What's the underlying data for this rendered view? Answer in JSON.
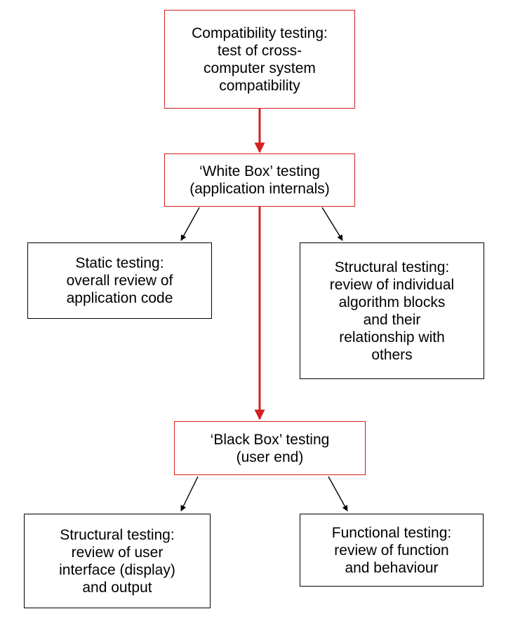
{
  "colors": {
    "accent_red": "#d42020",
    "border_black": "#000000",
    "background": "#ffffff"
  },
  "nodes": {
    "compatibility": "Compatibility testing:\ntest of cross-\ncomputer system\ncompatibility",
    "white_box": "‘White Box’ testing\n(application internals)",
    "static": "Static testing:\noverall review of\napplication code",
    "structural_white": "Structural testing:\nreview of individual\nalgorithm blocks\nand their\nrelationship with\nothers",
    "black_box": "‘Black Box’ testing\n(user end)",
    "structural_black": "Structural testing:\nreview of user\ninterface (display)\nand output",
    "functional": "Functional testing:\nreview of function\nand behaviour"
  },
  "edges": [
    {
      "from": "compatibility",
      "to": "white_box",
      "style": "red"
    },
    {
      "from": "white_box",
      "to": "static",
      "style": "black"
    },
    {
      "from": "white_box",
      "to": "structural_white",
      "style": "black"
    },
    {
      "from": "white_box",
      "to": "black_box",
      "style": "red"
    },
    {
      "from": "black_box",
      "to": "structural_black",
      "style": "black"
    },
    {
      "from": "black_box",
      "to": "functional",
      "style": "black"
    }
  ]
}
